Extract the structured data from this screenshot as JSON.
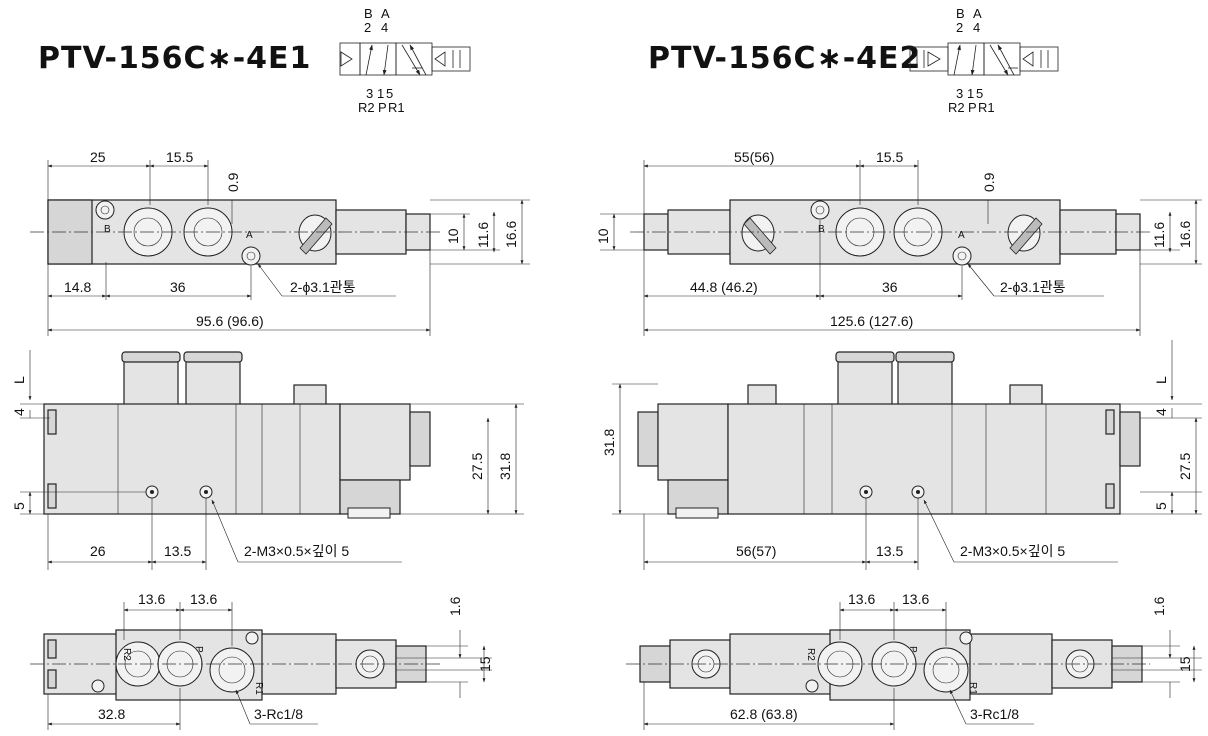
{
  "left": {
    "title": "PTV-156C∗-4E1",
    "symbol": {
      "top": [
        "B",
        "A"
      ],
      "top_nums": [
        "2",
        "4"
      ],
      "bottom_nums": [
        "3",
        "1",
        "5"
      ],
      "bottom": [
        "R2",
        "P",
        "R1"
      ]
    },
    "top_view": {
      "dims": [
        "25",
        "15.5",
        "0.9",
        "10",
        "11.6",
        "16.6",
        "14.8",
        "36",
        "95.6 (96.6)"
      ],
      "hole_note": "2-ϕ3.1관통",
      "port_b": "B",
      "port_a": "A"
    },
    "side_view": {
      "dims": [
        "L",
        "4",
        "5",
        "27.5",
        "31.8",
        "26",
        "13.5"
      ],
      "thread_note": "2-M3×0.5×깊이 5"
    },
    "bottom_view": {
      "dims": [
        "13.6",
        "13.6",
        "1.6",
        "15",
        "32.8"
      ],
      "port_note": "3-Rc1/8",
      "ports": [
        "R2",
        "P",
        "R1"
      ]
    }
  },
  "right": {
    "title": "PTV-156C∗-4E2",
    "symbol": {
      "top": [
        "B",
        "A"
      ],
      "top_nums": [
        "2",
        "4"
      ],
      "bottom_nums": [
        "3",
        "1",
        "5"
      ],
      "bottom": [
        "R2",
        "P",
        "R1"
      ]
    },
    "top_view": {
      "dims": [
        "55(56)",
        "15.5",
        "0.9",
        "10",
        "11.6",
        "16.6",
        "10",
        "44.8 (46.2)",
        "36",
        "125.6 (127.6)"
      ],
      "hole_note": "2-ϕ3.1관통",
      "port_b": "B",
      "port_a": "A"
    },
    "side_view": {
      "dims": [
        "31.8",
        "L",
        "4",
        "27.5",
        "5",
        "56(57)",
        "13.5"
      ],
      "thread_note": "2-M3×0.5×깊이 5"
    },
    "bottom_view": {
      "dims": [
        "13.6",
        "13.6",
        "1.6",
        "15",
        "62.8 (63.8)"
      ],
      "port_note": "3-Rc1/8",
      "ports": [
        "R2",
        "P",
        "R1"
      ]
    }
  },
  "colors": {
    "ink": "#222222",
    "body_fill": "#e4e4e4",
    "background": "#ffffff"
  }
}
